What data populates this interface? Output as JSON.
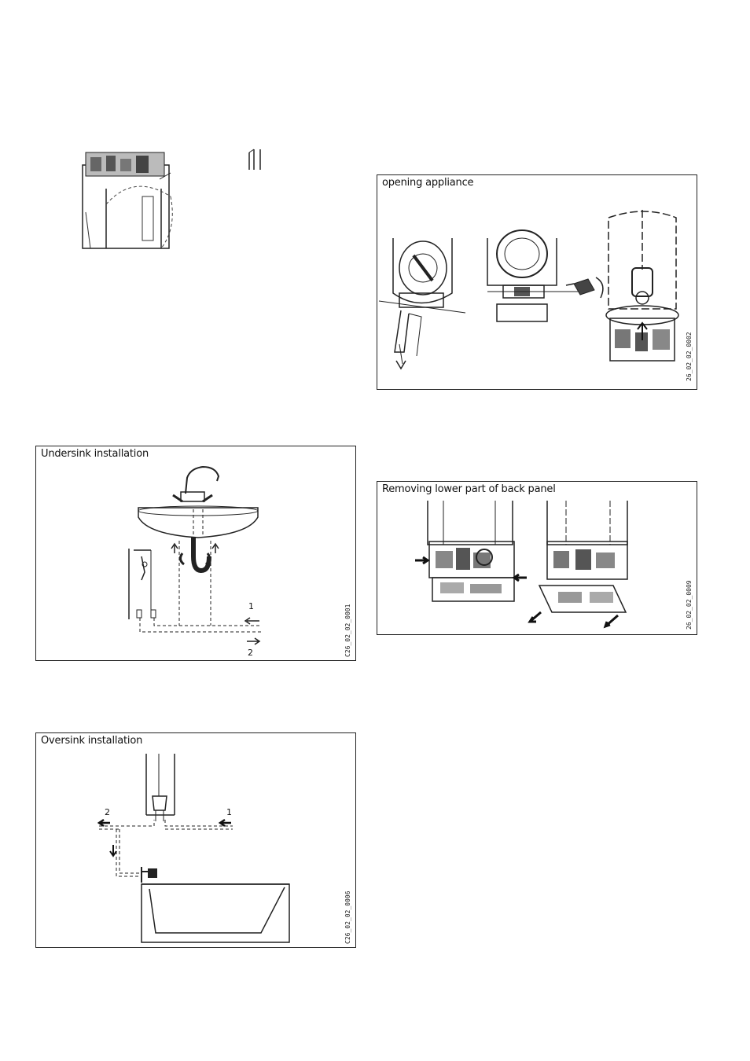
{
  "panels": {
    "opening": {
      "title": "opening appliance",
      "code": "26_02_02_0002"
    },
    "undersink": {
      "title": "Undersink installation",
      "code": "C26_02_02_0001",
      "label_in": "1",
      "label_out": "2"
    },
    "removing": {
      "title": "Removing lower part of back panel",
      "code": "26_02_02_0009"
    },
    "oversink": {
      "title": "Oversink installation",
      "code": "C26_02_02_0006",
      "label_out": "2",
      "label_in": "1"
    }
  }
}
